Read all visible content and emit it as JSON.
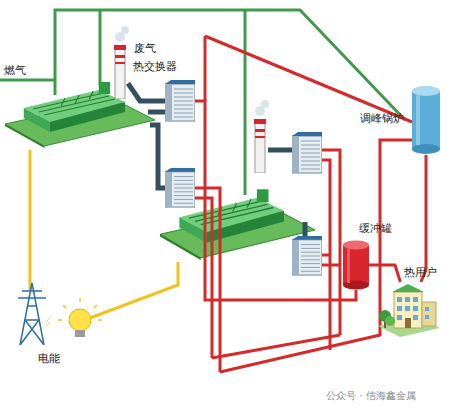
{
  "diagram": {
    "nodes": [
      {
        "text": [
          "废气"
        ]
      },
      {
        "text": [
          "热交换器"
        ]
      },
      {
        "text": [
          "调峰锅炉"
        ]
      },
      {
        "text": [
          "缓冲罐"
        ]
      },
      {
        "text": [
          "热用户"
        ]
      }
    ],
    "edges": [
      {
        "from": 1,
        "to": 0,
        "arrow": "none"
      },
      {
        "from": 1,
        "to": 3,
        "arrow": "none"
      },
      {
        "from": 2,
        "to": 4,
        "arrow": "none"
      },
      {
        "from": 3,
        "to": 4,
        "arrow": "none"
      }
    ],
    "labels": [
      "燃气",
      "电能",
      "公众号 · 佶海鑫金属"
    ]
  }
}
